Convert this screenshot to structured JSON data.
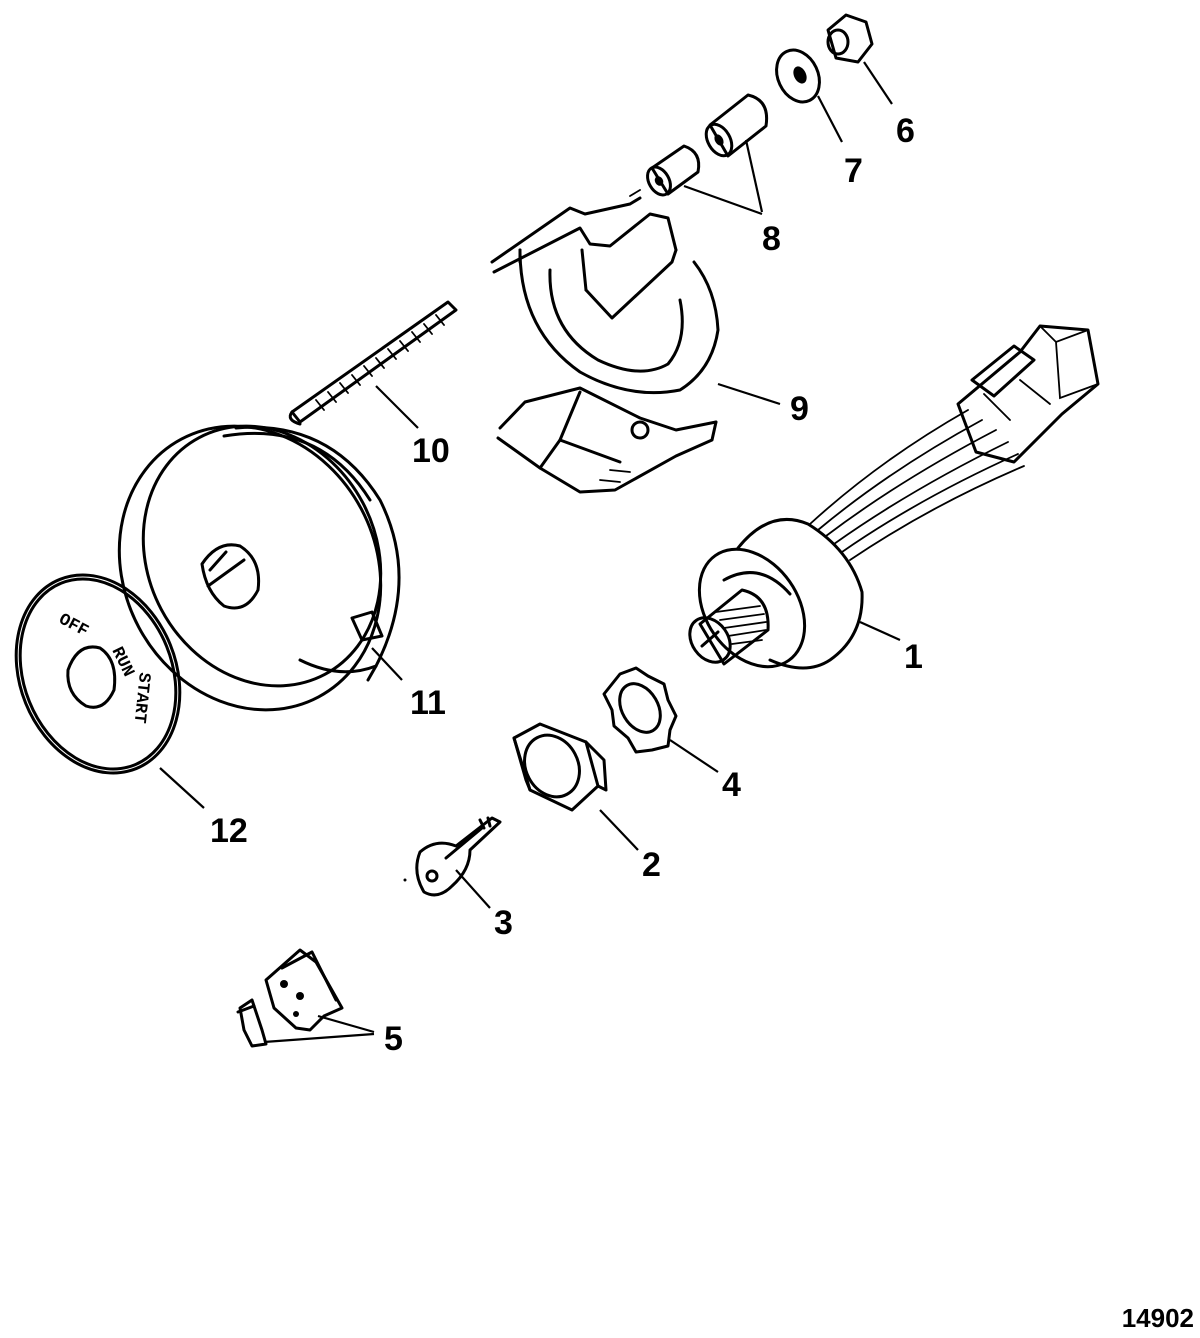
{
  "figure_number": "14902",
  "dial_labels": {
    "off": "OFF",
    "run": "RUN",
    "start": "START"
  },
  "callouts": {
    "c1": "1",
    "c2": "2",
    "c3": "3",
    "c4": "4",
    "c5": "5",
    "c6": "6",
    "c7": "7",
    "c8": "8",
    "c9": "9",
    "c10": "10",
    "c11": "11",
    "c12": "12"
  }
}
